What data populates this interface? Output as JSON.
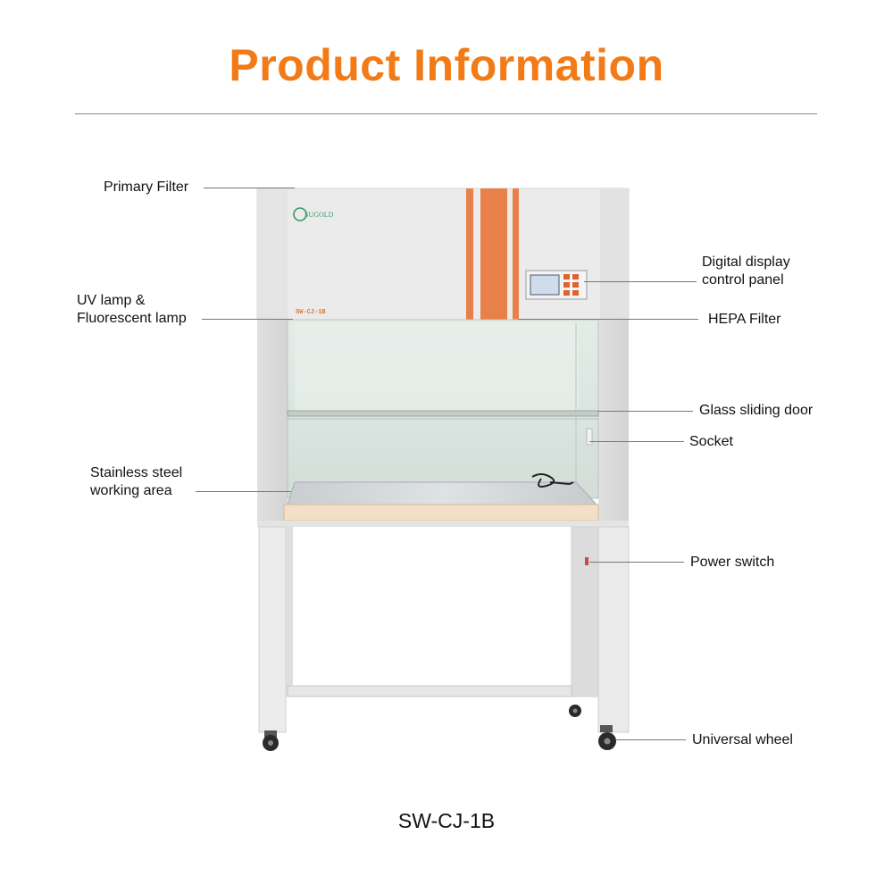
{
  "header": {
    "title": "Product Information"
  },
  "product": {
    "brand": "SUGOLD",
    "panel_model": "SW-CJ-1B",
    "model": "SW-CJ-1B"
  },
  "callouts": {
    "primary_filter": "Primary Filter",
    "uv_lamp_line1": "UV lamp &",
    "uv_lamp_line2": "Fluorescent lamp",
    "stainless_line1": "Stainless steel",
    "stainless_line2": "working area",
    "digital_line1": "Digital display",
    "digital_line2": "control panel",
    "hepa": "HEPA Filter",
    "glass_door": "Glass sliding door",
    "socket": "Socket",
    "power_switch": "Power switch",
    "wheel": "Universal wheel"
  },
  "colors": {
    "accent": "#f27b17",
    "stripe": "#e8804a",
    "body": "#e9e9e9"
  }
}
